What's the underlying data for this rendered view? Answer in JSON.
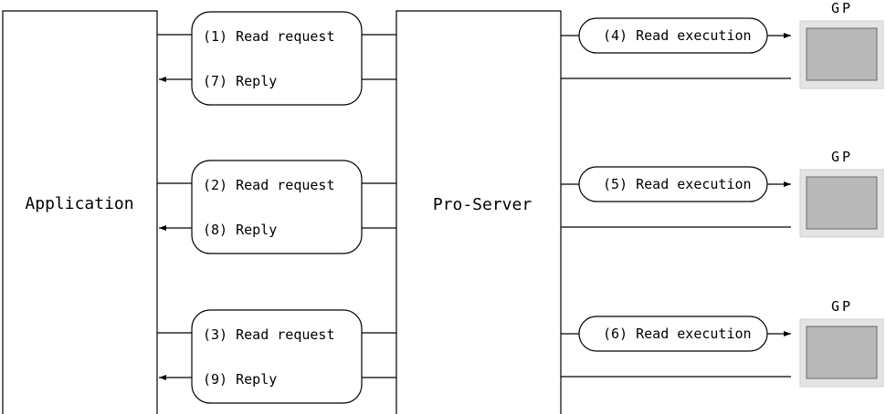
{
  "application": {
    "label": "Application"
  },
  "server": {
    "label": "Pro-Server"
  },
  "groups": [
    {
      "request": "(1) Read request",
      "reply": "(7) Reply",
      "execution": "(4) Read execution",
      "device": "GP"
    },
    {
      "request": "(2) Read request",
      "reply": "(8) Reply",
      "execution": "(5) Read execution",
      "device": "GP"
    },
    {
      "request": "(3) Read request",
      "reply": "(9) Reply",
      "execution": "(6) Read execution",
      "device": "GP"
    }
  ],
  "colors": {
    "device_bezel": "#e4e4e4",
    "device_screen": "#b8b8b8",
    "line": "#000000"
  }
}
